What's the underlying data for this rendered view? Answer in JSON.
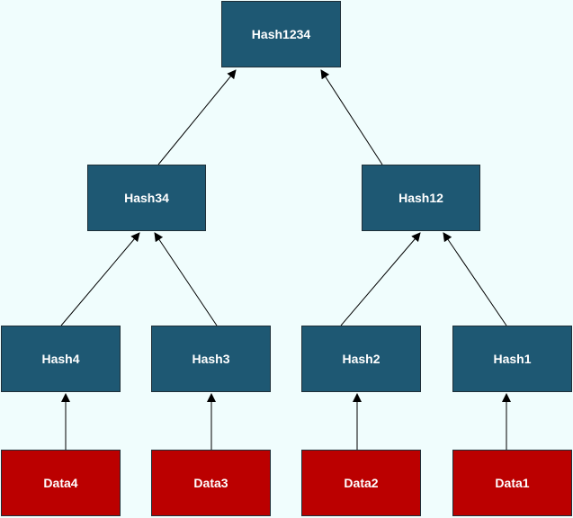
{
  "colors": {
    "background": "#f0fdfd",
    "hash_node": "#1e5873",
    "data_node": "#bb0000",
    "text": "#ffffff",
    "arrow": "#000000"
  },
  "nodes": {
    "hash1234": "Hash1234",
    "hash34": "Hash34",
    "hash12": "Hash12",
    "hash4": "Hash4",
    "hash3": "Hash3",
    "hash2": "Hash2",
    "hash1": "Hash1",
    "data4": "Data4",
    "data3": "Data3",
    "data2": "Data2",
    "data1": "Data1"
  },
  "edges": [
    {
      "from": "data4",
      "to": "hash4"
    },
    {
      "from": "data3",
      "to": "hash3"
    },
    {
      "from": "data2",
      "to": "hash2"
    },
    {
      "from": "data1",
      "to": "hash1"
    },
    {
      "from": "hash4",
      "to": "hash34"
    },
    {
      "from": "hash3",
      "to": "hash34"
    },
    {
      "from": "hash2",
      "to": "hash12"
    },
    {
      "from": "hash1",
      "to": "hash12"
    },
    {
      "from": "hash34",
      "to": "hash1234"
    },
    {
      "from": "hash12",
      "to": "hash1234"
    }
  ]
}
